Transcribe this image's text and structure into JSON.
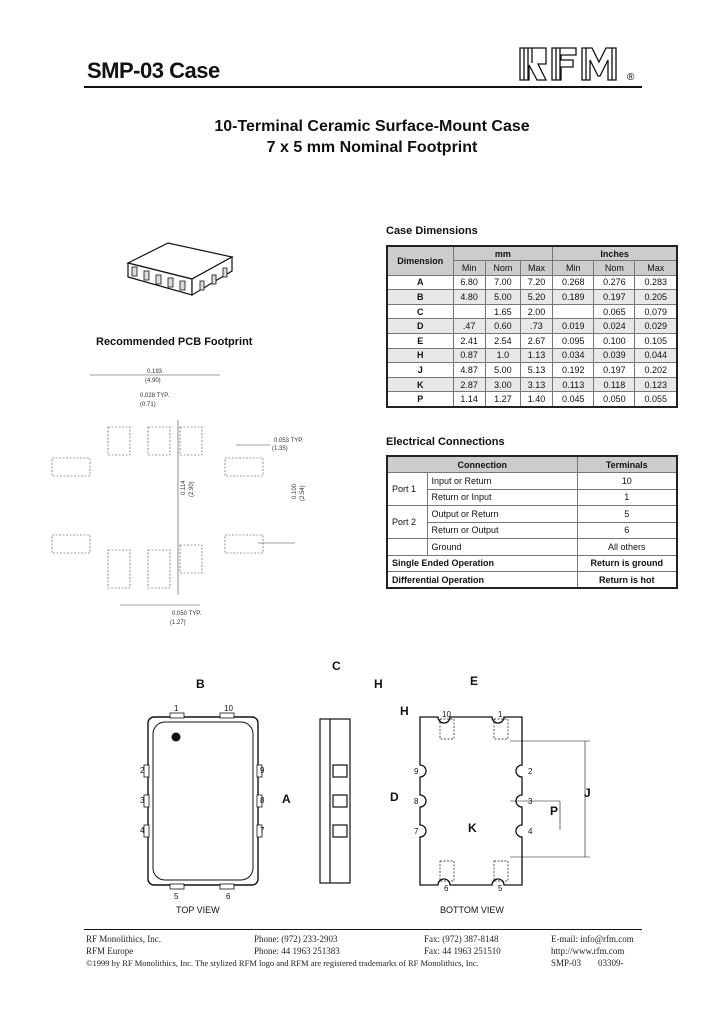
{
  "header": {
    "title": "SMP-03 Case",
    "logo_text": "RFM",
    "logo_mark": "®"
  },
  "subtitle": {
    "line1": "10-Terminal Ceramic Surface-Mount Case",
    "line2": "7 x 5 mm Nominal Footprint"
  },
  "case_dimensions": {
    "heading": "Case Dimensions",
    "col_dimension": "Dimension",
    "col_mm": "mm",
    "col_inches": "Inches",
    "sub_cols": [
      "Min",
      "Nom",
      "Max",
      "Min",
      "Nom",
      "Max"
    ],
    "rows": [
      [
        "A",
        "6.80",
        "7.00",
        "7.20",
        "0.268",
        "0.276",
        "0.283"
      ],
      [
        "B",
        "4.80",
        "5.00",
        "5.20",
        "0.189",
        "0.197",
        "0.205"
      ],
      [
        "C",
        "",
        "1.65",
        "2.00",
        "",
        "0.065",
        "0.079"
      ],
      [
        "D",
        ".47",
        "0.60",
        ".73",
        "0.019",
        "0.024",
        "0.029"
      ],
      [
        "E",
        "2.41",
        "2.54",
        "2.67",
        "0.095",
        "0.100",
        "0.105"
      ],
      [
        "H",
        "0.87",
        "1.0",
        "1.13",
        "0.034",
        "0.039",
        "0.044"
      ],
      [
        "J",
        "4.87",
        "5.00",
        "5.13",
        "0.192",
        "0.197",
        "0.202"
      ],
      [
        "K",
        "2.87",
        "3.00",
        "3.13",
        "0.113",
        "0.118",
        "0.123"
      ],
      [
        "P",
        "1.14",
        "1.27",
        "1.40",
        "0.045",
        "0.050",
        "0.055"
      ]
    ]
  },
  "electrical": {
    "heading": "Electrical Connections",
    "col_connection": "Connection",
    "col_terminals": "Terminals",
    "port1": "Port 1",
    "port2": "Port 2",
    "rows": [
      {
        "conn": "Input or Return",
        "term": "10"
      },
      {
        "conn": "Return or Input",
        "term": "1"
      },
      {
        "conn": "Output or Return",
        "term": "5"
      },
      {
        "conn": "Return or Output",
        "term": "6"
      },
      {
        "conn": "Ground",
        "term": "All others"
      }
    ],
    "single_label": "Single Ended Operation",
    "single_value": "Return is ground",
    "diff_label": "Differential Operation",
    "diff_value": "Return is hot"
  },
  "pcb": {
    "heading": "Recommended PCB Footprint",
    "dim1": "0.193",
    "dim1_mm": "(4.90)",
    "dim2": "0.028 TYP.",
    "dim2_mm": "(0.71)",
    "dim3": "0.053 TYP.",
    "dim3_mm": "(1.35)",
    "dim4": "0.114",
    "dim4_mm": "(2.90)",
    "dim5": "0.100",
    "dim5_mm": "(2.54)",
    "dim6": "0.050 TYP.",
    "dim6_mm": "(1.27)"
  },
  "views": {
    "top_view": "TOP VIEW",
    "bottom_view": "BOTTOM VIEW",
    "label_a": "A",
    "label_b": "B",
    "label_c": "C",
    "label_d": "D",
    "label_e": "E",
    "label_h": "H",
    "label_j": "J",
    "label_k": "K",
    "label_p": "P",
    "pins": [
      "1",
      "2",
      "3",
      "4",
      "5",
      "6",
      "7",
      "8",
      "9",
      "10"
    ]
  },
  "footer": {
    "company": "RF Monolithics, Inc.",
    "europe": "RFM Europe",
    "phone_us": "Phone: (972) 233-2903",
    "phone_eu": "Phone: 44 1963 251383",
    "fax_us": "Fax: (972) 387-8148",
    "fax_eu": "Fax: 44 1963 251510",
    "email": "E-mail: info@rfm.com",
    "web": "http://www.rfm.com",
    "copyright": "©1999 by RF Monolithics, Inc. The stylized RFM logo and RFM are registered trademarks of RF Monolithics, Inc.",
    "doc_id": "SMP-03",
    "doc_date": "03309-"
  }
}
